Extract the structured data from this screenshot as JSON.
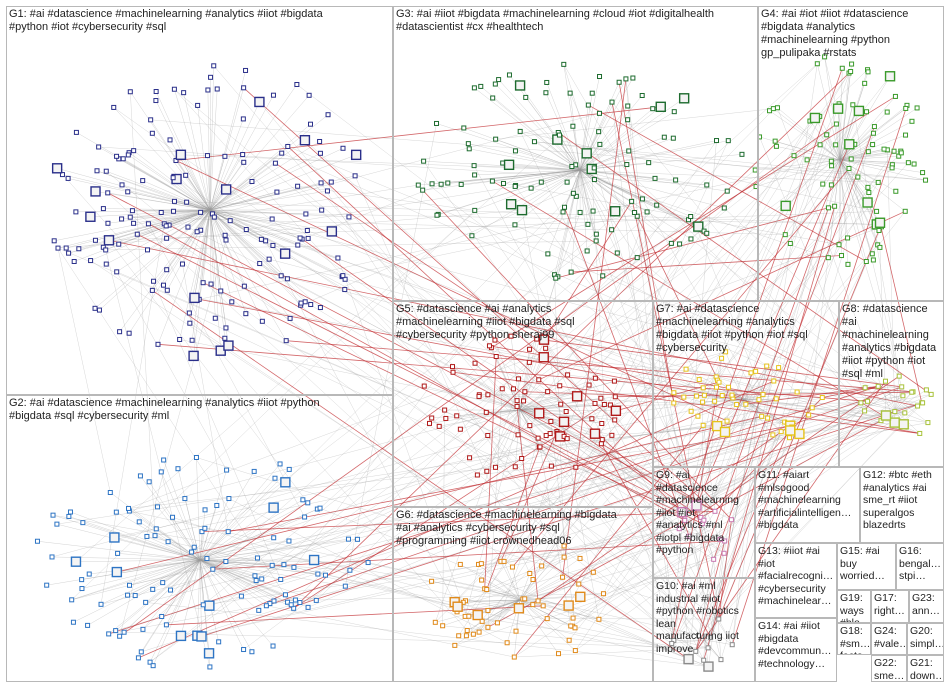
{
  "groups": [
    {
      "id": "G1",
      "label": "G1: #ai #datascience #machinelearning #analytics #iiot #bigdata\n#python #iot #cybersecurity #sql",
      "color": "#2a2f8a"
    },
    {
      "id": "G2",
      "label": "G2: #ai #datascience #machinelearning #analytics #iiot #python\n#bigdata #sql #cybersecurity #ml",
      "color": "#2d74c4"
    },
    {
      "id": "G3",
      "label": "G3: #ai #iiot #bigdata #machinelearning #cloud #iot #digitalhealth\n#datascientist #cx #healthtech",
      "color": "#1d6b2e"
    },
    {
      "id": "G4",
      "label": "G4: #ai #iot #iiot #datascience\n#bigdata #analytics\n#machinelearning #python\ngp_pulipaka #rstats",
      "color": "#3a9a2a"
    },
    {
      "id": "G5",
      "label": "G5: #datascience #ai #analytics\n#machinelearning #iiot #bigdata #sql\n#cybersecurity #python sheraj99",
      "color": "#b01a1a"
    },
    {
      "id": "G6",
      "label": "G6: #datascience #machinelearning #bigdata\n#ai #analytics #cybersecurity #sql\n#programming #iiot crownedhead06",
      "color": "#e08a1a"
    },
    {
      "id": "G7",
      "label": "G7: #ai #datascience\n#machinelearning #analytics\n#bigdata #iiot #python #iot #sql\n#cybersecurity",
      "color": "#e6c21a"
    },
    {
      "id": "G8",
      "label": "G8: #datascience\n#ai\n#machinelearning\n#analytics #bigdata\n#iiot #python #iot\n#sql #ml",
      "color": "#a8c23a"
    },
    {
      "id": "G9",
      "label": "G9: #ai\n#datascience\n#machinelearning\n#iiot #iot\n#analytics #ml\n#iotpl #bigdata\n#python",
      "color": "#c878b0"
    },
    {
      "id": "G10",
      "label": "G10: #ai #ml\nindustrial #iiot\n#python #robotics\nlean\nmanufacturing iiot\nimprove",
      "color": "#8a8a8a"
    },
    {
      "id": "G11",
      "label": "G11: #aiart\n#mlsogood\n#machinelearning\n#artificialintelligen…\n#bigdata",
      "color": "#5a5a8a"
    },
    {
      "id": "G12",
      "label": "G12: #btc #eth\n#analytics #ai\nsme_rt #iiot\nsuperalgos\nblazedrts",
      "color": "#8a5a3a"
    },
    {
      "id": "G13",
      "label": "G13: #iiot #ai\n#iot\n#facialrecogni…\n#cybersecurity\n#machinelear…",
      "color": "#3a8a8a"
    },
    {
      "id": "G14",
      "label": "G14: #ai #iiot\n#bigdata\n#devcommun…\n#technology…",
      "color": "#6a3a8a"
    },
    {
      "id": "G15",
      "label": "G15: #ai\nbuy\nworried…",
      "color": "#8a3a3a"
    },
    {
      "id": "G16",
      "label": "G16:\nbengal…\nstpi…",
      "color": "#3a3a8a"
    },
    {
      "id": "G17",
      "label": "G17:\nright…",
      "color": "#5a8a3a"
    },
    {
      "id": "G18",
      "label": "G18:\n#sm…\nfacto…",
      "color": "#8a6a3a"
    },
    {
      "id": "G19",
      "label": "G19:\nways\n#blo…",
      "color": "#3a6a8a"
    },
    {
      "id": "G20",
      "label": "G20:\nsimpl…",
      "color": "#6a6a6a"
    },
    {
      "id": "G21",
      "label": "G21:\ndown…",
      "color": "#6a6a6a"
    },
    {
      "id": "G22",
      "label": "G22:\nsme…",
      "color": "#6a6a6a"
    },
    {
      "id": "G23",
      "label": "G23:\nann…",
      "color": "#6a6a6a"
    },
    {
      "id": "G24",
      "label": "G24:\n#vale…",
      "color": "#6a6a6a"
    }
  ]
}
